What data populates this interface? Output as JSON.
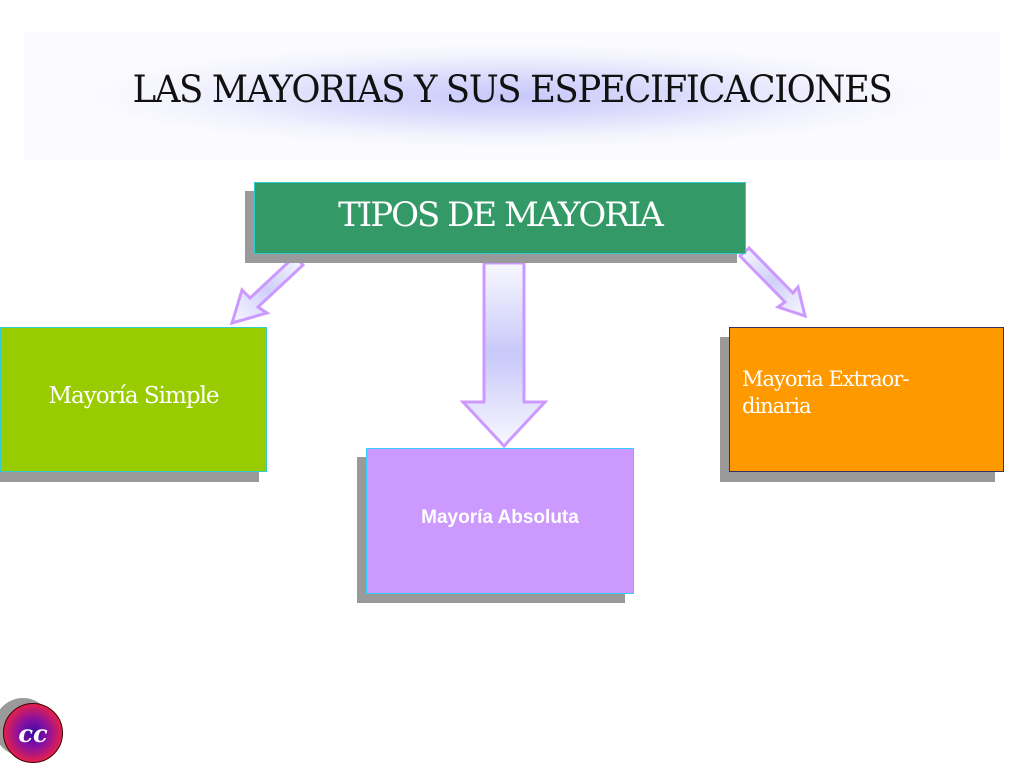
{
  "slide": {
    "title": "LAS MAYORIAS Y SUS ESPECIFICACIONES",
    "root": {
      "label": "TIPOS DE MAYORIA",
      "color": "#339966"
    },
    "children": [
      {
        "id": "simple",
        "label": "Mayoría Simple",
        "color": "#99cc00"
      },
      {
        "id": "absoluta",
        "label": "Mayoría Absoluta",
        "color": "#cc99ff"
      },
      {
        "id": "extraordinaria",
        "label": "Mayoria Extraor-dinaria",
        "color": "#ff9900"
      }
    ],
    "logo": {
      "text": "cc",
      "icon": "cc-logo-icon"
    },
    "arrow_color": "#cc99ff"
  }
}
